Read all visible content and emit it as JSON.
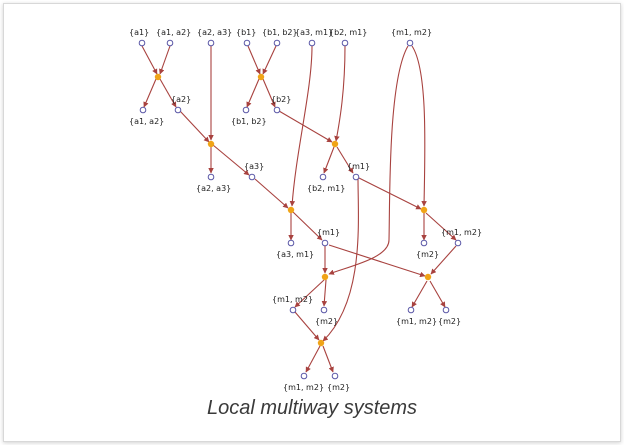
{
  "caption": "Local multiway systems",
  "colors": {
    "edge": "#a8423f",
    "event": "#f0a417",
    "state_stroke": "#5a57a6",
    "state_fill": "#ffffff",
    "text": "#222222"
  },
  "labels": {
    "a1": "{a1}",
    "a1a2_top": "{a1, a2}",
    "a2a3_top": "{a2, a3}",
    "b1": "{b1}",
    "b1b2_top": "{b1, b2}",
    "a3m1_top": "{a3, m1}",
    "b2m1_top": "{b2, m1}",
    "m1m2_top": "{m1, m2}",
    "a1a2_out": "{a1, a2}",
    "a2_mid": "{a2}",
    "b1b2_out": "{b1, b2}",
    "b2_mid": "{b2}",
    "a2a3_out": "{a2, a3}",
    "a3_mid": "{a3}",
    "b2m1_out": "{b2, m1}",
    "m1_right": "{m1}",
    "a3m1_out": "{a3, m1}",
    "m1_center": "{m1}",
    "m2_right": "{m2}",
    "m1m2_right": "{m1, m2}",
    "m1m2_left": "{m1, m2}",
    "m2_center": "{m2}",
    "m1m2_br": "{m1, m2}",
    "m2_br": "{m2}",
    "m1m2_bottom": "{m1, m2}",
    "m2_bottom": "{m2}"
  }
}
